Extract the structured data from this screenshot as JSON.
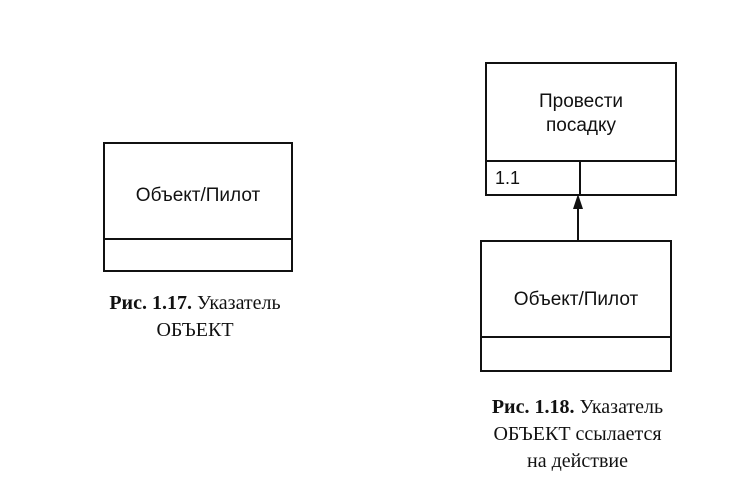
{
  "fig17": {
    "box_label": "Объект/Пилот",
    "caption_num": "Рис. 1.17.",
    "caption_line1": "Указатель",
    "caption_line2": "ОБЪЕКТ"
  },
  "fig18": {
    "top_box_line1": "Провести",
    "top_box_line2": "посадку",
    "top_box_number": "1.1",
    "bottom_box_label": "Объект/Пилот",
    "caption_num": "Рис. 1.18.",
    "caption_line1": "Указатель",
    "caption_line2": "ОБЪЕКТ ссылается",
    "caption_line3": "на действие"
  }
}
